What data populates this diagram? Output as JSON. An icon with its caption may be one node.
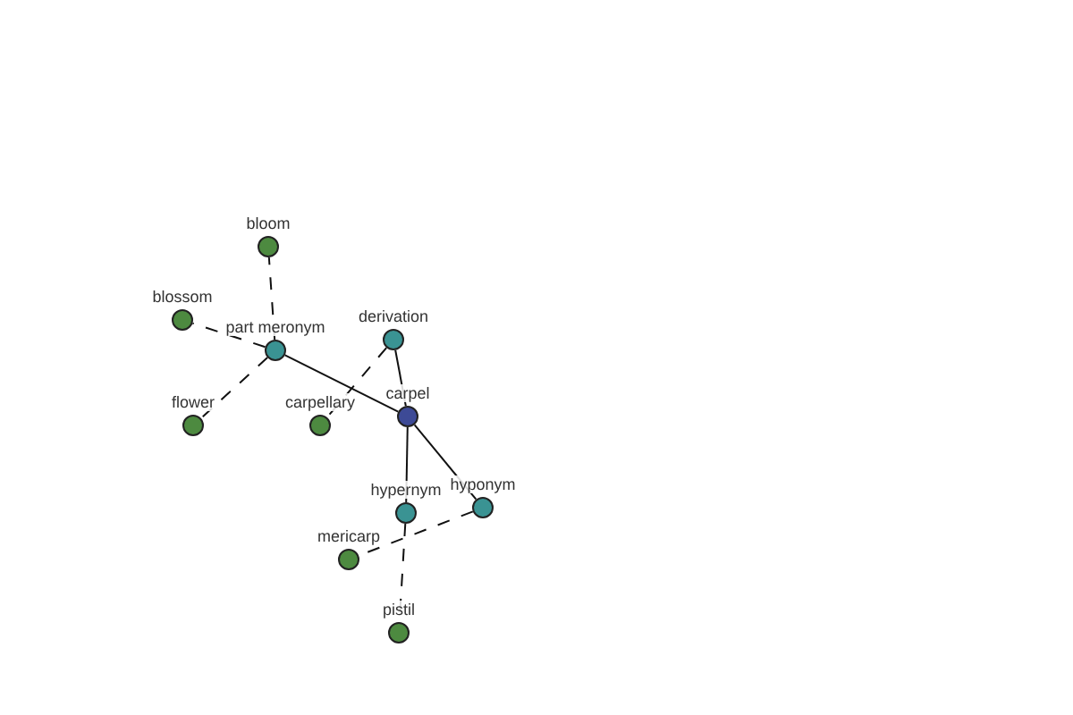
{
  "diagram": {
    "nodes": [
      {
        "text": [
          "bloom"
        ]
      },
      {
        "text": [
          "blossom"
        ]
      },
      {
        "text": [
          "part meronym"
        ]
      },
      {
        "text": [
          "derivation"
        ]
      },
      {
        "text": [
          "carpel"
        ]
      },
      {
        "text": [
          "flower"
        ]
      },
      {
        "text": [
          "carpellary"
        ]
      },
      {
        "text": [
          "hyponym"
        ]
      },
      {
        "text": [
          "hypernym"
        ]
      },
      {
        "text": [
          "mericarp"
        ]
      },
      {
        "text": [
          "pistil"
        ]
      }
    ],
    "edges": [
      {
        "from": 4,
        "to": 2,
        "arrow": "none"
      },
      {
        "from": 4,
        "to": 3,
        "arrow": "none"
      },
      {
        "from": 4,
        "to": 8,
        "arrow": "none"
      },
      {
        "from": 4,
        "to": 7,
        "arrow": "none"
      },
      {
        "from": 2,
        "to": 0,
        "arrow": "none",
        "style": "dashed"
      },
      {
        "from": 2,
        "to": 1,
        "arrow": "none",
        "style": "dashed"
      },
      {
        "from": 2,
        "to": 5,
        "arrow": "none",
        "style": "dashed"
      },
      {
        "from": 3,
        "to": 6,
        "arrow": "none",
        "style": "dashed"
      },
      {
        "from": 7,
        "to": 9,
        "arrow": "none",
        "style": "dashed"
      },
      {
        "from": 8,
        "to": 10,
        "arrow": "none",
        "style": "dashed"
      }
    ]
  }
}
